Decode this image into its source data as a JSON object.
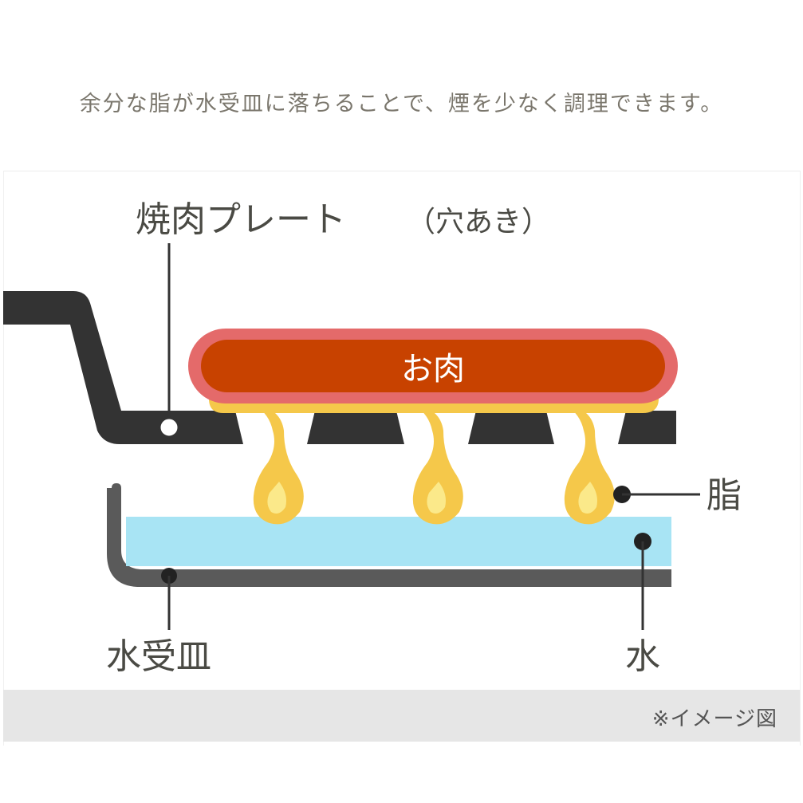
{
  "caption": "余分な脂が水受皿に落ちることで、煙を少なく調理できます。",
  "labels": {
    "plate": "焼肉プレート",
    "plate_note": "（穴あき）",
    "meat": "お肉",
    "fat": "脂",
    "tray": "水受皿",
    "water": "水"
  },
  "footer_note": "※イメージ図",
  "colors": {
    "plate": "#333333",
    "meat_fill": "#c84200",
    "meat_rim": "#e46a6a",
    "fat": "#f5c84a",
    "fat_highlight": "#fbe98a",
    "water": "#a8e4f4",
    "tray": "#5a5a5a",
    "label_text": "#4a4a44",
    "caption_text": "#7a766c",
    "footer_bg": "#e6e6e6"
  }
}
